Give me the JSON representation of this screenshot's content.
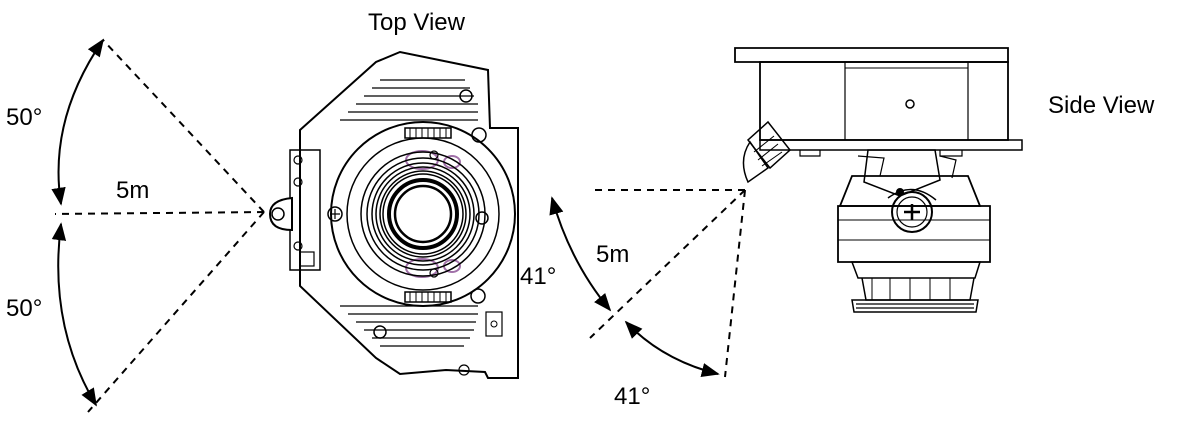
{
  "labels": {
    "top_view": "Top View",
    "side_view": "Side View",
    "top_angle_upper": "50°",
    "top_angle_lower": "50°",
    "top_distance": "5m",
    "side_distance": "5m",
    "side_angle_right": "41°",
    "side_angle_bottom": "41°"
  },
  "colors": {
    "line": "#000000",
    "lens_accent": "#a070a8"
  }
}
